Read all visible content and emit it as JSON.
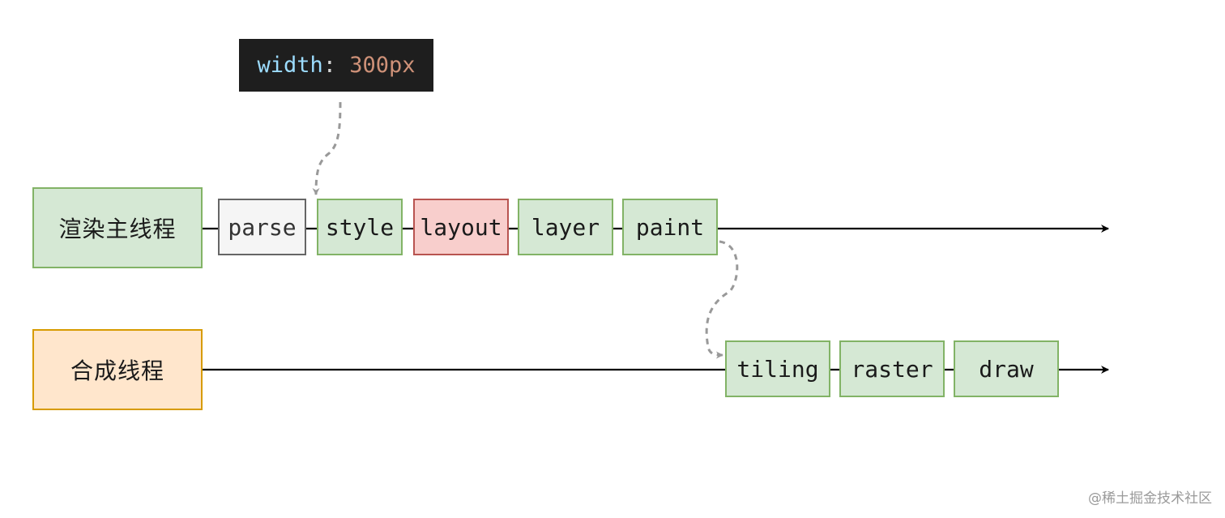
{
  "code_snippet": {
    "property": "width",
    "separator": ": ",
    "value": "300px"
  },
  "threads": {
    "main": {
      "label": "渲染主线程"
    },
    "compositor": {
      "label": "合成线程"
    }
  },
  "main_steps": [
    {
      "label": "parse",
      "state": "unchanged"
    },
    {
      "label": "style",
      "state": "rerun"
    },
    {
      "label": "layout",
      "state": "skipped"
    },
    {
      "label": "layer",
      "state": "rerun"
    },
    {
      "label": "paint",
      "state": "rerun"
    }
  ],
  "compositor_steps": [
    {
      "label": "tiling"
    },
    {
      "label": "raster"
    },
    {
      "label": "draw"
    }
  ],
  "watermark": "@稀土掘金技术社区",
  "colors": {
    "green_fill": "#d5e8d4",
    "green_border": "#82b366",
    "grey_fill": "#f5f5f5",
    "grey_border": "#666666",
    "red_fill": "#f8cecc",
    "red_border": "#b85450",
    "orange_fill": "#ffe6cc",
    "orange_border": "#d79b00",
    "code_background": "#1e1e1e",
    "code_property": "#9cdcfe",
    "code_value": "#ce9178",
    "dashed_arrow": "#999999"
  }
}
